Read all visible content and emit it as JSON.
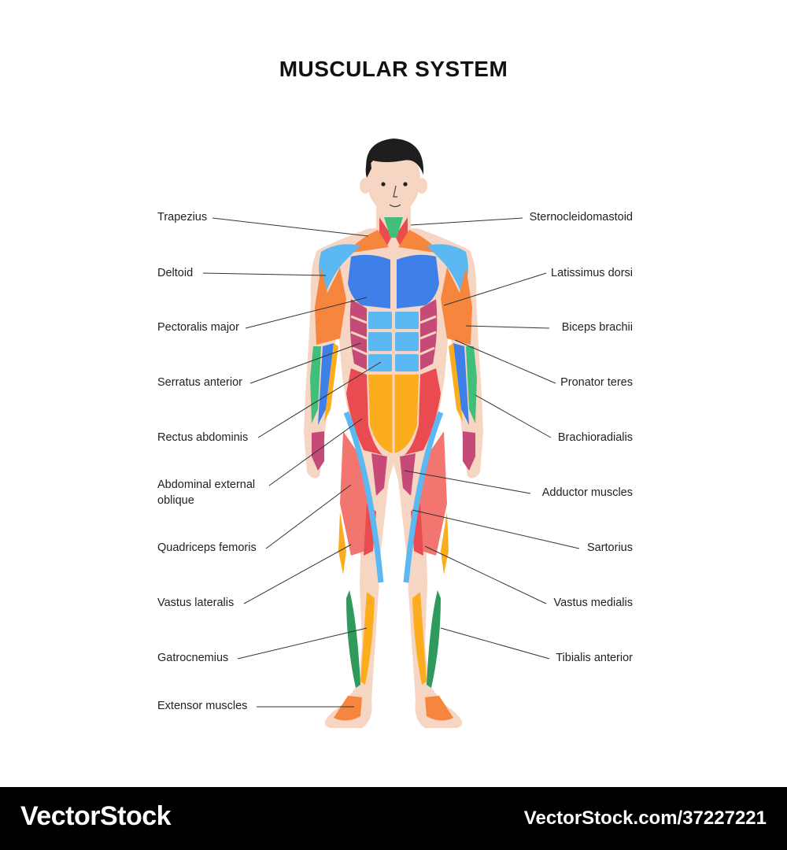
{
  "title": "MUSCULAR SYSTEM",
  "labels_left": [
    "Trapezius",
    "Deltoid",
    "Pectoralis major",
    "Serratus anterior",
    "Rectus abdominis",
    "Abdominal external oblique",
    "Quadriceps femoris",
    "Vastus lateralis",
    "Gatrocnemius",
    "Extensor muscles"
  ],
  "labels_right": [
    "Sternocleidomastoid",
    "Latissimus dorsi",
    "Biceps brachii",
    "Pronator teres",
    "Brachioradialis",
    "Adductor muscles",
    "Sartorius",
    "Vastus medialis",
    "Tibialis anterior"
  ],
  "footer": {
    "brand": "VectorStock",
    "image_id": "VectorStock.com/37227221"
  },
  "colors": {
    "skin": "#f6d5c2",
    "pectoral_blue": "#3f7fe8",
    "abs_light_blue": "#5bb8f2",
    "oblique_red": "#ea4b50",
    "serratus_magenta": "#c64a78",
    "lower_abs_orange": "#fbad1e",
    "trapezius_orange": "#f6853e",
    "neck_green": "#3fbf7a",
    "calf_green": "#2e9a5c",
    "quad_salmon": "#f37570",
    "hair": "#1e1e1e"
  }
}
